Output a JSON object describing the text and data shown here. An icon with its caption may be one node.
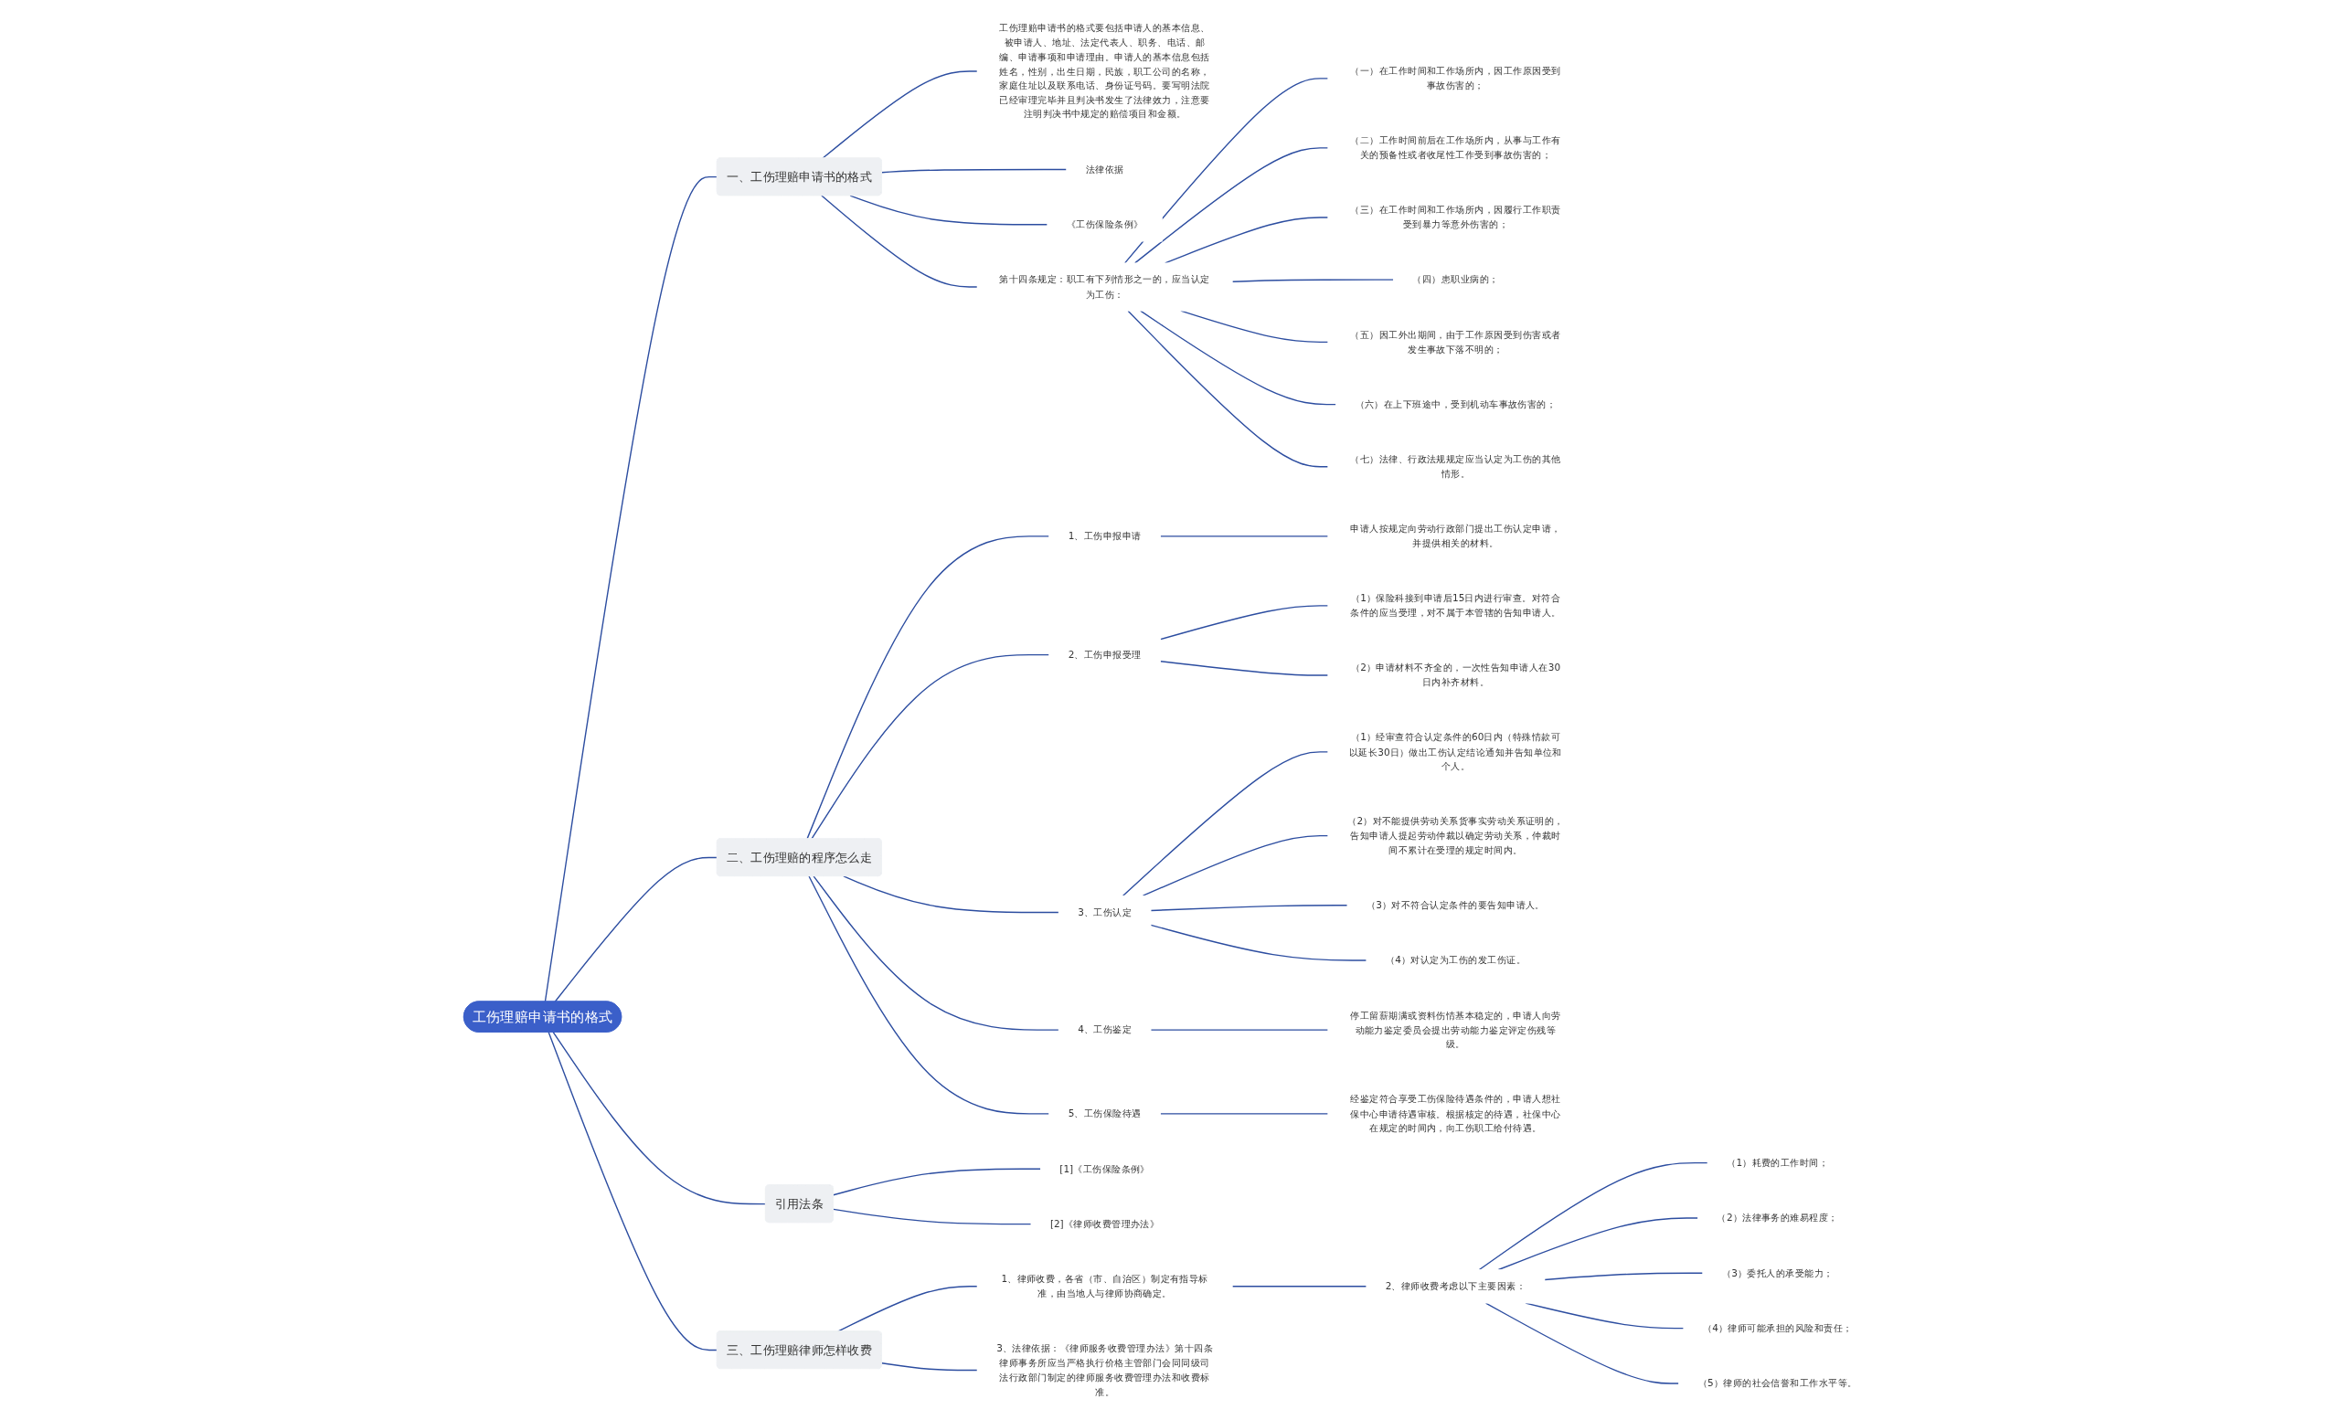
{
  "diagram": {
    "nodes": [
      {
        "text": [
          "工伤理赔申请书的格式"
        ]
      },
      {
        "text": [
          "一、工伤理赔申请书的格式"
        ]
      },
      {
        "text": [
          "工伤理赔申请书的格式要包括申请人的基本信息、被申请人、地址、法定代表人、职务、电话、邮编、申请事项和申请理由。申请人的基本信息包括姓名，性别，出生日期，民族，职工公司的名称，家庭住址以及联系电话、身份证号码。要写明法院已经审理完毕并且判决书发生了法律效力，注意要注明判决书中规定的赔偿项目和金额。"
        ]
      },
      {
        "text": [
          "法律依据"
        ]
      },
      {
        "text": [
          "《工伤保险条例》"
        ]
      },
      {
        "text": [
          "第十四条规定：职工有下列情形之一的，应当认定为工伤："
        ]
      },
      {
        "text": [
          "（一）在工作时间和工作场所内，因工作原因受到事故伤害的；"
        ]
      },
      {
        "text": [
          "（二）工作时间前后在工作场所内，从事与工作有关的预备性或者收尾性工作受到事故伤害的；"
        ]
      },
      {
        "text": [
          "（三）在工作时间和工作场所内，因履行工作职责受到暴力等意外伤害的；"
        ]
      },
      {
        "text": [
          "（四）患职业病的；"
        ]
      },
      {
        "text": [
          "（五）因工外出期间，由于工作原因受到伤害或者发生事故下落不明的；"
        ]
      },
      {
        "text": [
          "（六）在上下班途中，受到机动车事故伤害的；"
        ]
      },
      {
        "text": [
          "（七）法律、行政法规规定应当认定为工伤的其他情形。"
        ]
      },
      {
        "text": [
          "二、工伤理赔的程序怎么走"
        ]
      },
      {
        "text": [
          "1、工伤申报申请"
        ]
      },
      {
        "text": [
          "申请人按规定向劳动行政部门提出工伤认定申请，并提供相关的材料。"
        ]
      },
      {
        "text": [
          "2、工伤申报受理"
        ]
      },
      {
        "text": [
          "（1）保险科接到申请后15日内进行审查。对符合条件的应当受理，对不属于本管辖的告知申请人。"
        ]
      },
      {
        "text": [
          "（2）申请材料不齐全的，一次性告知申请人在30日内补齐材料。"
        ]
      },
      {
        "text": [
          "3、工伤认定"
        ]
      },
      {
        "text": [
          "（1）经审查符合认定条件的60日内（特殊情款可以延长30日）做出工伤认定结论通知并告知单位和个人。"
        ]
      },
      {
        "text": [
          "（2）对不能提供劳动关系货事实劳动关系证明的，告知申请人提起劳动仲裁以确定劳动关系，仲裁时间不累计在受理的规定时间内。"
        ]
      },
      {
        "text": [
          "（3）对不符合认定条件的要告知申请人。"
        ]
      },
      {
        "text": [
          "（4）对认定为工伤的发工伤证。"
        ]
      },
      {
        "text": [
          "4、工伤鉴定"
        ]
      },
      {
        "text": [
          "停工留薪期满或资料伤情基本稳定的，申请人向劳动能力鉴定委员会提出劳动能力鉴定评定伤残等级。"
        ]
      },
      {
        "text": [
          "5、工伤保险待遇"
        ]
      },
      {
        "text": [
          "经鉴定符合享受工伤保险待遇条件的，申请人想社保中心申请待遇审核。根据核定的待遇，社保中心在规定的时间内，向工伤职工给付待遇。"
        ]
      },
      {
        "text": [
          "引用法条"
        ]
      },
      {
        "text": [
          "[1]《工伤保险条例》"
        ]
      },
      {
        "text": [
          "[2]《律师收费管理办法》"
        ]
      },
      {
        "text": [
          "三、工伤理赔律师怎样收费"
        ]
      },
      {
        "text": [
          "1、律师收费，各省（市、自治区）制定有指导标准，由当地人与律师协商确定。"
        ]
      },
      {
        "text": [
          "2、律师收费考虑以下主要因素："
        ]
      },
      {
        "text": [
          "（1）耗费的工作时间；"
        ]
      },
      {
        "text": [
          "（2）法律事务的难易程度；"
        ]
      },
      {
        "text": [
          "（3）委托人的承受能力；"
        ]
      },
      {
        "text": [
          "（4）律师可能承担的风险和责任；"
        ]
      },
      {
        "text": [
          "（5）律师的社会信誉和工作水平等。"
        ]
      },
      {
        "text": [
          "3、法律依据：《律师服务收费管理办法》第十四条律师事务所应当严格执行价格主管部门会同同级司法行政部门制定的律师服务收费管理办法和收费标准。"
        ]
      }
    ],
    "edges": [
      {
        "from": 0,
        "to": 1,
        "arrow": "none"
      },
      {
        "from": 1,
        "to": 2,
        "arrow": "none"
      },
      {
        "from": 1,
        "to": 3,
        "arrow": "none"
      },
      {
        "from": 1,
        "to": 4,
        "arrow": "none"
      },
      {
        "from": 1,
        "to": 5,
        "arrow": "none"
      },
      {
        "from": 5,
        "to": 6,
        "arrow": "none"
      },
      {
        "from": 5,
        "to": 7,
        "arrow": "none"
      },
      {
        "from": 5,
        "to": 8,
        "arrow": "none"
      },
      {
        "from": 5,
        "to": 9,
        "arrow": "none"
      },
      {
        "from": 5,
        "to": 10,
        "arrow": "none"
      },
      {
        "from": 5,
        "to": 11,
        "arrow": "none"
      },
      {
        "from": 5,
        "to": 12,
        "arrow": "none"
      },
      {
        "from": 0,
        "to": 13,
        "arrow": "none"
      },
      {
        "from": 13,
        "to": 14,
        "arrow": "none"
      },
      {
        "from": 14,
        "to": 15,
        "arrow": "none"
      },
      {
        "from": 13,
        "to": 16,
        "arrow": "none"
      },
      {
        "from": 16,
        "to": 17,
        "arrow": "none"
      },
      {
        "from": 16,
        "to": 18,
        "arrow": "none"
      },
      {
        "from": 13,
        "to": 19,
        "arrow": "none"
      },
      {
        "from": 19,
        "to": 20,
        "arrow": "none"
      },
      {
        "from": 19,
        "to": 21,
        "arrow": "none"
      },
      {
        "from": 19,
        "to": 22,
        "arrow": "none"
      },
      {
        "from": 19,
        "to": 23,
        "arrow": "none"
      },
      {
        "from": 13,
        "to": 24,
        "arrow": "none"
      },
      {
        "from": 24,
        "to": 25,
        "arrow": "none"
      },
      {
        "from": 13,
        "to": 26,
        "arrow": "none"
      },
      {
        "from": 26,
        "to": 27,
        "arrow": "none"
      },
      {
        "from": 0,
        "to": 28,
        "arrow": "none"
      },
      {
        "from": 28,
        "to": 29,
        "arrow": "none"
      },
      {
        "from": 28,
        "to": 30,
        "arrow": "none"
      },
      {
        "from": 0,
        "to": 31,
        "arrow": "none"
      },
      {
        "from": 31,
        "to": 32,
        "arrow": "none"
      },
      {
        "from": 32,
        "to": 33,
        "arrow": "none"
      },
      {
        "from": 33,
        "to": 34,
        "arrow": "none"
      },
      {
        "from": 33,
        "to": 35,
        "arrow": "none"
      },
      {
        "from": 33,
        "to": 36,
        "arrow": "none"
      },
      {
        "from": 33,
        "to": 37,
        "arrow": "none"
      },
      {
        "from": 33,
        "to": 38,
        "arrow": "none"
      },
      {
        "from": 31,
        "to": 39,
        "arrow": "none"
      }
    ]
  }
}
